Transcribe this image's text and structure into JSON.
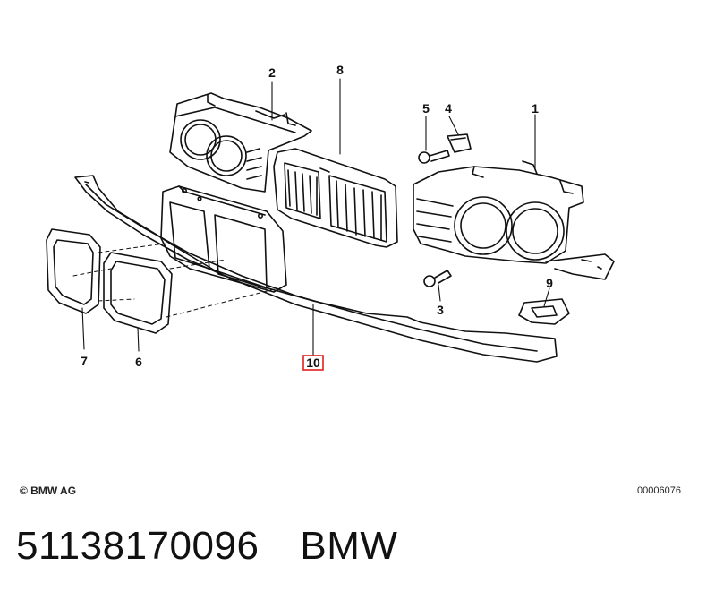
{
  "callouts": [
    {
      "id": "c1",
      "label": "1"
    },
    {
      "id": "c2",
      "label": "2"
    },
    {
      "id": "c3",
      "label": "3"
    },
    {
      "id": "c4",
      "label": "4"
    },
    {
      "id": "c5",
      "label": "5"
    },
    {
      "id": "c6",
      "label": "6"
    },
    {
      "id": "c7",
      "label": "7"
    },
    {
      "id": "c8",
      "label": "8"
    },
    {
      "id": "c9",
      "label": "9"
    },
    {
      "id": "c10",
      "label": "10"
    }
  ],
  "highlighted_callout": "10",
  "highlight_color": "#e0201c",
  "footer": {
    "copyright": "© BMW AG",
    "document_number": "00006076"
  },
  "part": {
    "number": "51138170096",
    "brand": "BMW"
  }
}
